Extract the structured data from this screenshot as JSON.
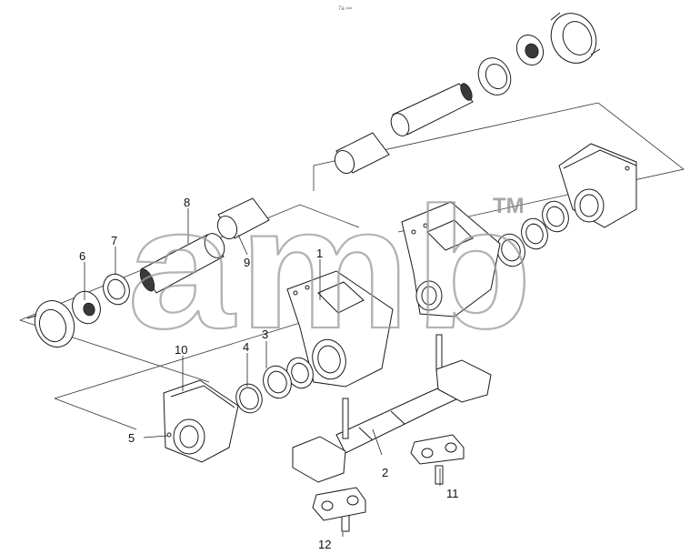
{
  "top_mark": "7a ==",
  "watermark": {
    "text": "amb",
    "tm": "TM"
  },
  "callouts": [
    {
      "id": "c1",
      "text": "1"
    },
    {
      "id": "c2",
      "text": "2"
    },
    {
      "id": "c3",
      "text": "3"
    },
    {
      "id": "c4",
      "text": "4"
    },
    {
      "id": "c5",
      "text": "5"
    },
    {
      "id": "c6",
      "text": "6"
    },
    {
      "id": "c7",
      "text": "7"
    },
    {
      "id": "c8",
      "text": "8"
    },
    {
      "id": "c9",
      "text": "9"
    },
    {
      "id": "c10",
      "text": "10"
    },
    {
      "id": "c11",
      "text": "11"
    },
    {
      "id": "c12",
      "text": "12"
    }
  ]
}
